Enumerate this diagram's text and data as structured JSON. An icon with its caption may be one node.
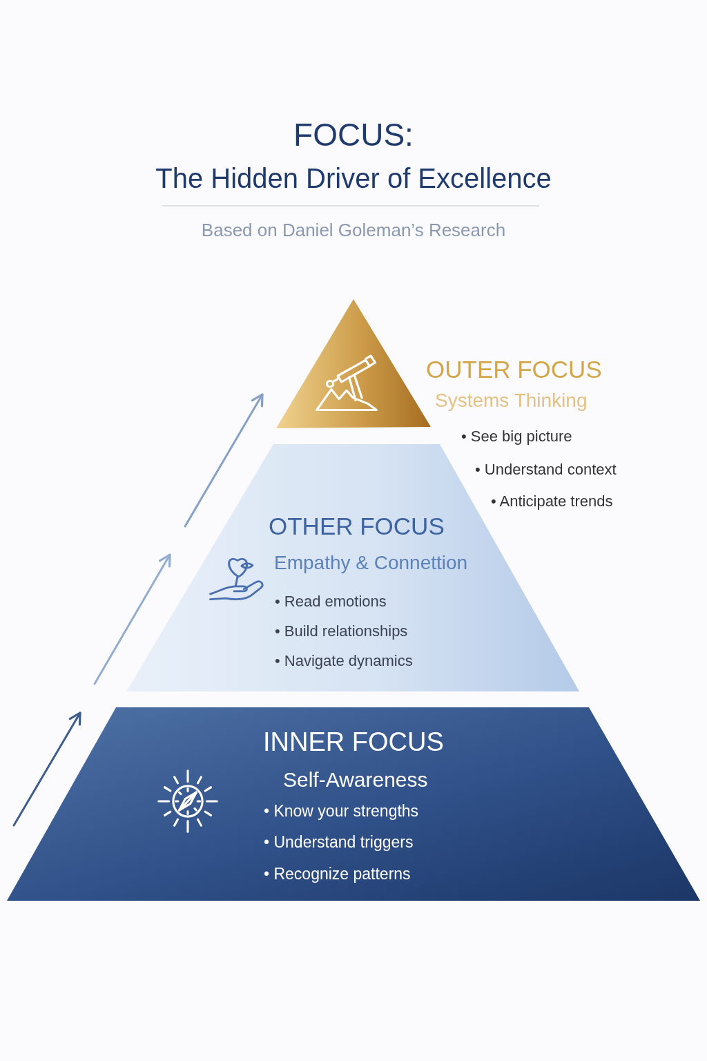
{
  "diagram": {
    "title": "FOCUS: The Hidden Driver of Excellence",
    "nodes": [
      {
        "text": [
          "OUTER FOCUS",
          "Systems Thinking"
        ]
      },
      {
        "text": [
          "OTHER FOCUS",
          "Empathy & Connettion",
          "• Read emotions",
          "• Build relationships",
          "• Navigate dynamics"
        ]
      },
      {
        "text": [
          "INNER FOCUS",
          "Self-Awareness",
          "• Know your strengths",
          "• Understand triggers",
          "• Recognize patterns"
        ]
      }
    ],
    "labels": [
      "Based on Daniel Goleman’s Research",
      "• See big picture",
      "• Understand context",
      "• Anticipate trends"
    ]
  }
}
